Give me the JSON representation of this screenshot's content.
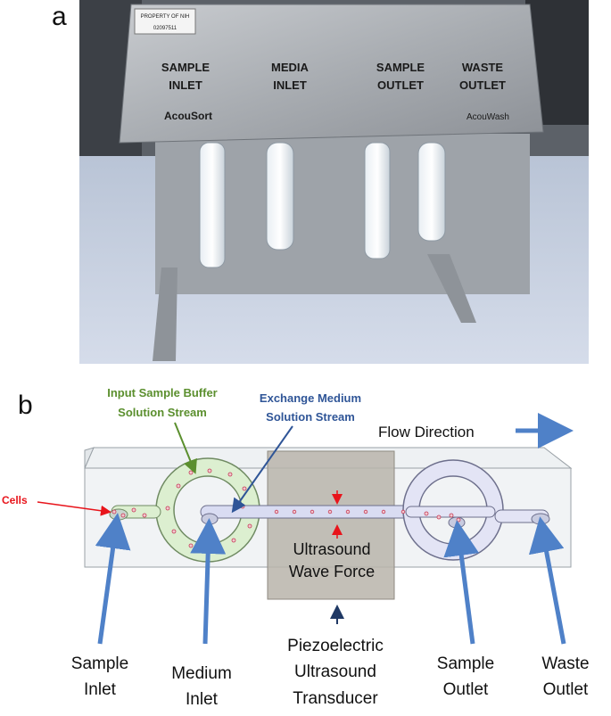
{
  "panels": {
    "a": "a",
    "b": "b"
  },
  "device": {
    "sticker_line1": "PROPERTY OF NIH",
    "sticker_line2": "02097511",
    "ports": [
      {
        "line1": "SAMPLE",
        "line2": "INLET"
      },
      {
        "line1": "MEDIA",
        "line2": "INLET"
      },
      {
        "line1": "SAMPLE",
        "line2": "OUTLET"
      },
      {
        "line1": "WASTE",
        "line2": "OUTLET"
      }
    ],
    "brand_left": "AcouSort",
    "brand_right": "AcouWash"
  },
  "diagram": {
    "input_stream": {
      "line1": "Input Sample Buffer",
      "line2": "Solution Stream"
    },
    "exchange_stream": {
      "line1": "Exchange Medium",
      "line2": "Solution Stream"
    },
    "flow_direction": "Flow Direction",
    "cells": "Cells",
    "ultrasound": {
      "line1": "Ultrasound",
      "line2": "Wave Force"
    },
    "sample_inlet": {
      "line1": "Sample",
      "line2": "Inlet"
    },
    "medium_inlet": {
      "line1": "Medium",
      "line2": "Inlet"
    },
    "transducer": {
      "line1": "Piezoelectric",
      "line2": "Ultrasound",
      "line3": "Transducer"
    },
    "sample_outlet": {
      "line1": "Sample",
      "line2": "Outlet"
    },
    "waste_outlet": {
      "line1": "Waste",
      "line2": "Outlet"
    }
  },
  "colors": {
    "green_label": "#5b8f2e",
    "blue_label": "#2f5597",
    "red": "#e8141b",
    "arrow_blue": "#4f81c8",
    "navy": "#1f3864"
  }
}
